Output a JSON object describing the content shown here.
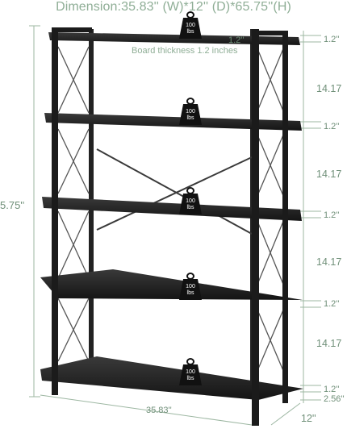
{
  "header": {
    "dimension_text": "Dimension:35.83'' (W)*12'' (D)*65.75''(H)"
  },
  "notes": {
    "board_thickness": "Board thickness 1.2 inches"
  },
  "dimensions": {
    "height_total": "5.75''",
    "width": "35.83''",
    "depth": "12''",
    "bottom_clearance": "2.56''",
    "board_labels": [
      "1.2''",
      "1.2''",
      "1.2''",
      "1.2''",
      "1.2''"
    ],
    "top_board_label": "1.2''",
    "spacing_labels": [
      "14.17",
      "14.17",
      "14.17",
      "14.17"
    ]
  },
  "load_badges": [
    {
      "value": "100",
      "unit": "lbs"
    },
    {
      "value": "100",
      "unit": "lbs"
    },
    {
      "value": "100",
      "unit": "lbs"
    },
    {
      "value": "100",
      "unit": "lbs"
    },
    {
      "value": "100",
      "unit": "lbs"
    }
  ],
  "colors": {
    "accent": "#8fae96",
    "dimension_line": "#9db7a2",
    "frame": "#1b1b1b",
    "shelf": "#2a2a2a"
  }
}
